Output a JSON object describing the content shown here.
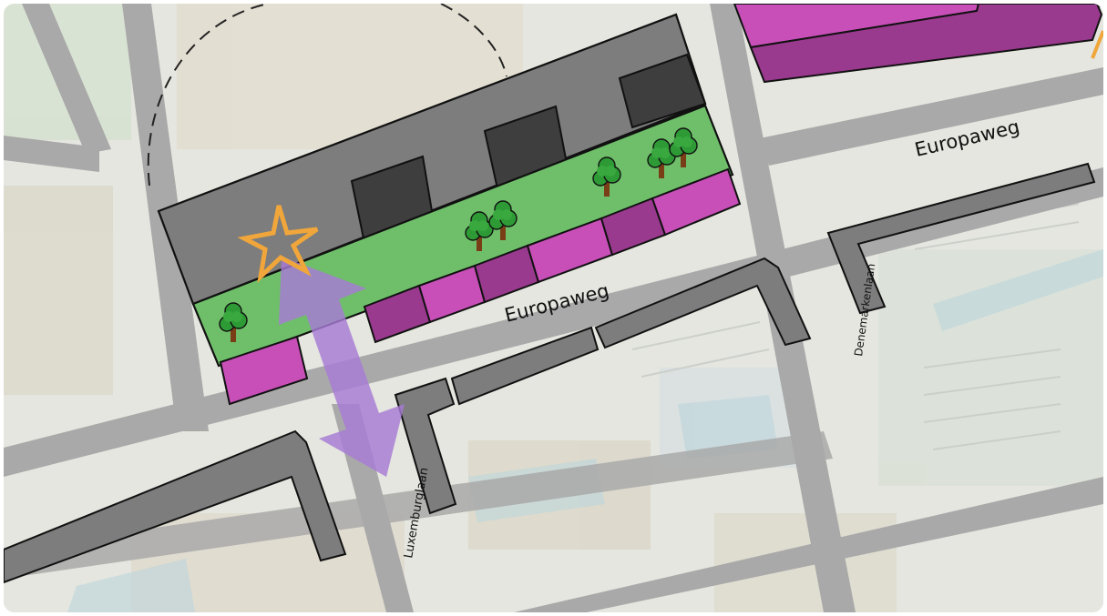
{
  "map": {
    "labels": {
      "europaweg_lower": "Europaweg",
      "europaweg_upper": "Europaweg",
      "denemarkenlaan": "Denemarkenlaan",
      "luxemburglaan": "Luxemburglaan"
    },
    "legend_colors": {
      "building_block": "#7d7d7d",
      "building_dark": "#3e3e3e",
      "green_zone": "#6fbf6a",
      "commercial_magenta": "#c84fb8",
      "commercial_dark": "#9a3a8e",
      "road_gray": "#a9a9a9",
      "highlight_star": "#f0a63a",
      "arrow_purple": "#a77ad6"
    },
    "icons": [
      "star-icon",
      "tree-icon",
      "double-arrow-icon"
    ]
  }
}
